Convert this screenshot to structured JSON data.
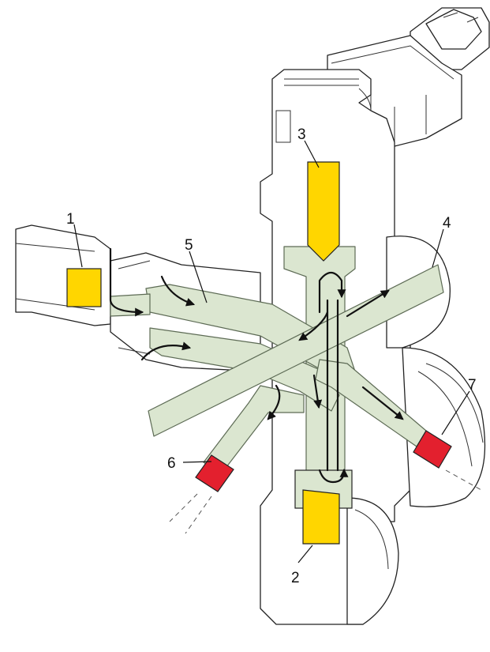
{
  "colors": {
    "channel_fill": "#dbe6d0",
    "channel_stroke": "#5d6b55",
    "yellow_element": "#ffd600",
    "red_element": "#e3202e",
    "outline": "#222222"
  },
  "labels": [
    {
      "id": "label-1",
      "text": "1"
    },
    {
      "id": "label-2",
      "text": "2"
    },
    {
      "id": "label-3",
      "text": "3"
    },
    {
      "id": "label-4",
      "text": "4"
    },
    {
      "id": "label-5",
      "text": "5"
    },
    {
      "id": "label-6",
      "text": "6"
    },
    {
      "id": "label-7",
      "text": "7"
    }
  ]
}
